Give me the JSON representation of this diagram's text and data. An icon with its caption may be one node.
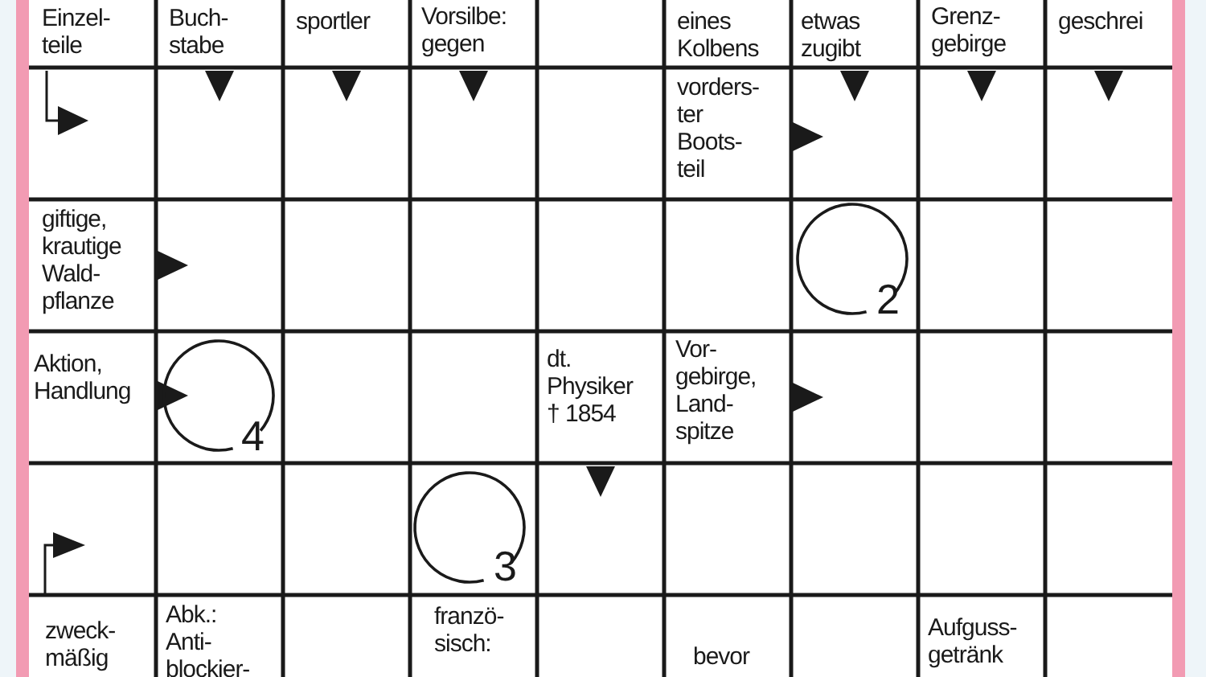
{
  "diagram": {
    "labels": [
      "Einzel- teile",
      "Buch- stabe",
      "sportler",
      "Vorsilbe: gegen",
      "eines Kolbens",
      "etwas zugibt",
      "Grenz- gebirge",
      "geschrei",
      "vorders- ter Boots- teil",
      "giftige, krautige Wald- pflanze",
      "2",
      "Aktion, Handlung",
      "4",
      "dt. Physiker † 1854",
      "Vor- gebirge, Land- spitze",
      "3",
      "zweck- mäßig",
      "Abk.: Anti- blockier-",
      "franzö- sisch:",
      "bevor",
      "Aufguss- getränk"
    ]
  }
}
